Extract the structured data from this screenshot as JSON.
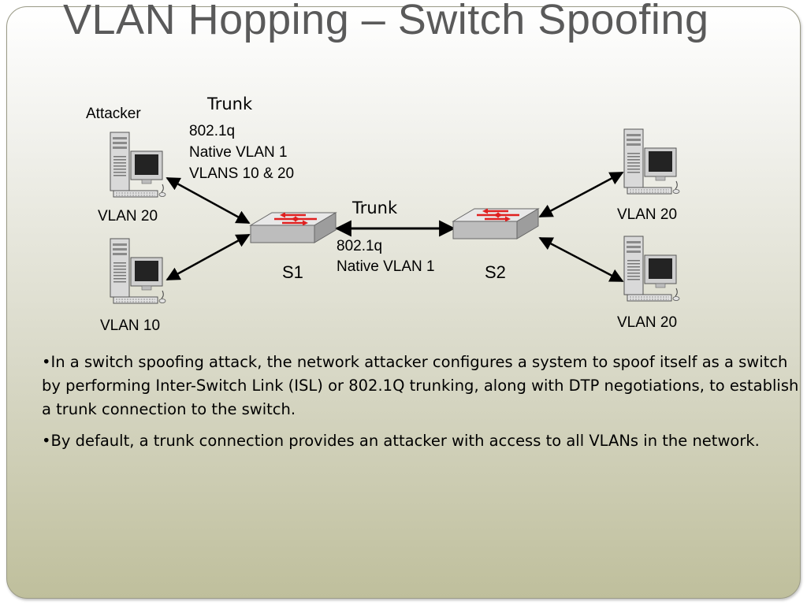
{
  "slide": {
    "title": "VLAN Hopping – Switch Spoofing"
  },
  "diagram": {
    "attacker_label": "Attacker",
    "top_trunk": {
      "label": "Trunk",
      "details": [
        "802.1q",
        "Native VLAN 1",
        "VLANS 10 & 20"
      ]
    },
    "middle_trunk": {
      "label": "Trunk",
      "details": [
        "802.1q",
        "Native VLAN 1"
      ]
    },
    "switches": [
      {
        "label": "S1"
      },
      {
        "label": "S2"
      }
    ],
    "hosts": [
      {
        "label": "VLAN 20"
      },
      {
        "label": "VLAN 10"
      },
      {
        "label": "VLAN 20"
      },
      {
        "label": "VLAN 20"
      }
    ]
  },
  "bullets": [
    "•In a switch spoofing attack, the network attacker configures a system to spoof itself as a switch by performing Inter-Switch Link (ISL) or 802.1Q trunking, along with DTP negotiations, to establish a trunk connection to the switch.",
    "•By default, a trunk connection provides an attacker with access to all VLANs in the network."
  ],
  "colors": {
    "title": "#5a5a5a",
    "switch_arrow": "#e02020",
    "frame_border": "#9a9a86"
  }
}
